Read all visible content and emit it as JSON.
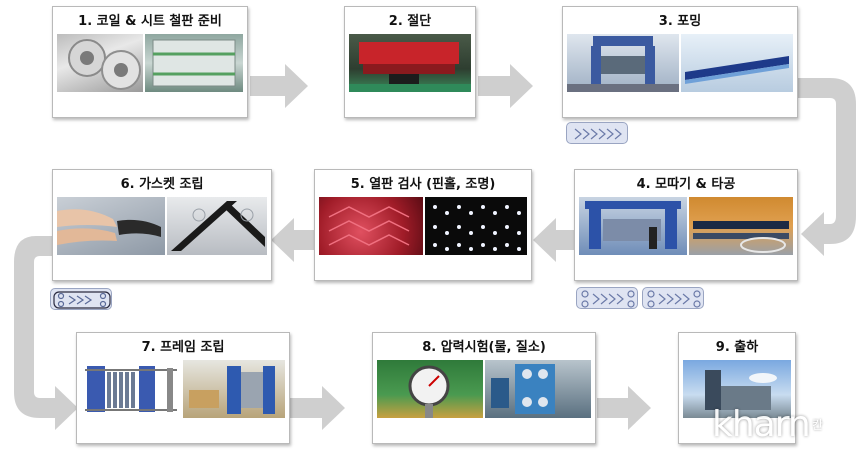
{
  "steps": [
    {
      "label": "1. 코일 & 시트 철판 준비"
    },
    {
      "label": "2. 절단"
    },
    {
      "label": "3. 포밍"
    },
    {
      "label": "4. 모따기 & 타공"
    },
    {
      "label": "5. 열판 검사 (핀홀, 조명)"
    },
    {
      "label": "6. 가스켓 조립"
    },
    {
      "label": "7. 프레임 조립"
    },
    {
      "label": "8. 압력시험(물, 질소)"
    },
    {
      "label": "9. 출하"
    }
  ],
  "watermark": {
    "brand": "kharn",
    "suffix": "칸"
  }
}
